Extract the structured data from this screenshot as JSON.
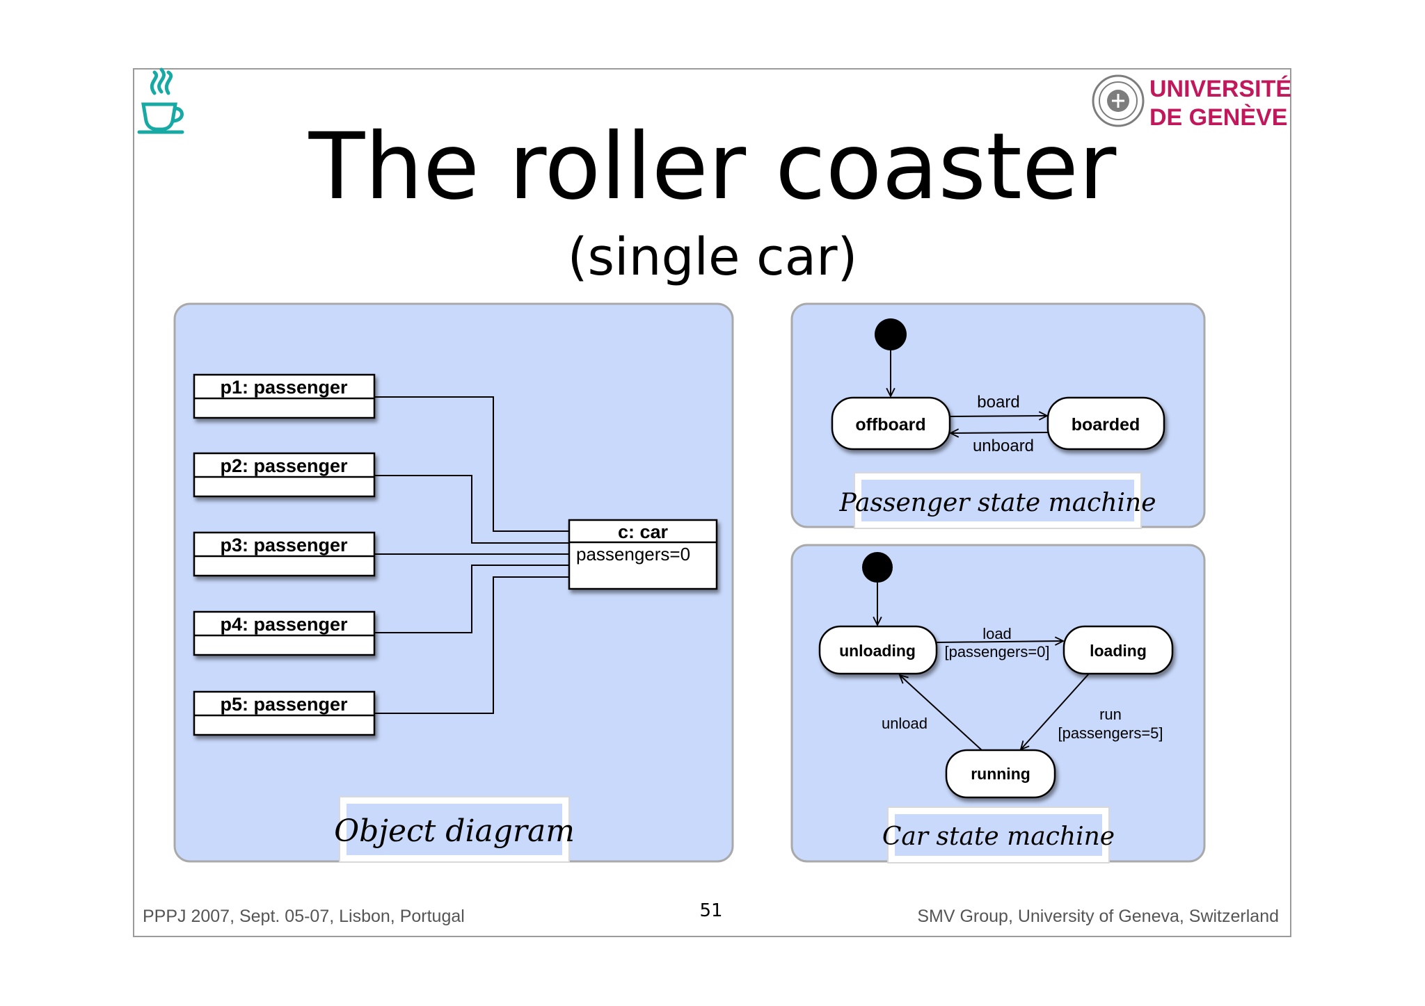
{
  "slide": {
    "title": "The roller coaster",
    "subtitle": "(single car)",
    "university_line1": "UNIVERSITÉ",
    "university_line2": "DE GENÈVE",
    "footer_left": "PPPJ 2007, Sept. 05-07, Lisbon, Portugal",
    "page_number": "51",
    "footer_right": "SMV Group, University of Geneva, Switzerland",
    "colors": {
      "panel": "#c9d9fb",
      "accent_teal": "#17a9a4",
      "university": "#c2185b"
    }
  },
  "object_diagram": {
    "caption": "Object diagram",
    "passengers": [
      "p1: passenger",
      "p2: passenger",
      "p3: passenger",
      "p4: passenger",
      "p5: passenger"
    ],
    "car": {
      "name": "c: car",
      "attribute": "passengers=0"
    }
  },
  "passenger_sm": {
    "caption": "Passenger state machine",
    "states": {
      "offboard": "offboard",
      "boarded": "boarded"
    },
    "transitions": {
      "board": "board",
      "unboard": "unboard"
    }
  },
  "car_sm": {
    "caption": "Car state machine",
    "states": {
      "unloading": "unloading",
      "loading": "loading",
      "running": "running"
    },
    "transitions": {
      "load": "load",
      "load_guard": "[passengers=0]",
      "run": "run",
      "run_guard": "[passengers=5]",
      "unload": "unload"
    }
  }
}
